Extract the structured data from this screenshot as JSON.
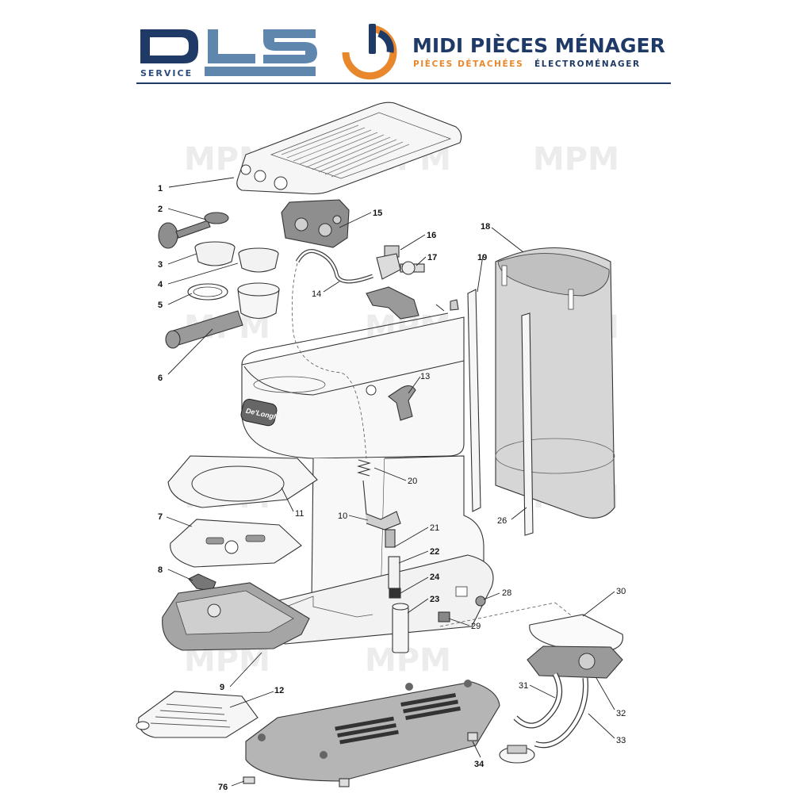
{
  "header": {
    "dls_logo_text": "DLS",
    "dls_service": "SERVICE",
    "mpm_title": "MIDI PIÈCES MÉNAGER",
    "mpm_subtitle_a": "PIÈCES DÉTACHÉES",
    "mpm_subtitle_b": "ÉLECTROMÉNAGER"
  },
  "watermark": {
    "text": "MPM"
  },
  "machine": {
    "brand_badge": "De'Longhi"
  },
  "colors": {
    "brand_blue": "#1f3a66",
    "brand_orange": "#e8872b",
    "logo_steel": "#5f86ad",
    "part_fill": "#f6f6f6",
    "dark_part": "#9c9c9c",
    "tank_fill": "#d6d6d6"
  },
  "parts": [
    {
      "id": "p1",
      "label": "1"
    },
    {
      "id": "p2",
      "label": "2"
    },
    {
      "id": "p3",
      "label": "3"
    },
    {
      "id": "p4",
      "label": "4"
    },
    {
      "id": "p5",
      "label": "5"
    },
    {
      "id": "p6",
      "label": "6"
    },
    {
      "id": "p7",
      "label": "7"
    },
    {
      "id": "p8",
      "label": "8"
    },
    {
      "id": "p9",
      "label": "9"
    },
    {
      "id": "p10",
      "label": "10"
    },
    {
      "id": "p11",
      "label": "11"
    },
    {
      "id": "p12",
      "label": "12"
    },
    {
      "id": "p13",
      "label": "13"
    },
    {
      "id": "p14",
      "label": "14"
    },
    {
      "id": "p15",
      "label": "15"
    },
    {
      "id": "p16",
      "label": "16"
    },
    {
      "id": "p17",
      "label": "17"
    },
    {
      "id": "p18",
      "label": "18"
    },
    {
      "id": "p19",
      "label": "19"
    },
    {
      "id": "p20",
      "label": "20"
    },
    {
      "id": "p21",
      "label": "21"
    },
    {
      "id": "p22",
      "label": "22"
    },
    {
      "id": "p23",
      "label": "23"
    },
    {
      "id": "p24",
      "label": "24"
    },
    {
      "id": "p26",
      "label": "26"
    },
    {
      "id": "p28",
      "label": "28"
    },
    {
      "id": "p29",
      "label": "29"
    },
    {
      "id": "p30",
      "label": "30"
    },
    {
      "id": "p31",
      "label": "31"
    },
    {
      "id": "p32",
      "label": "32"
    },
    {
      "id": "p33",
      "label": "33"
    },
    {
      "id": "p34",
      "label": "34"
    },
    {
      "id": "p76",
      "label": "76"
    }
  ]
}
